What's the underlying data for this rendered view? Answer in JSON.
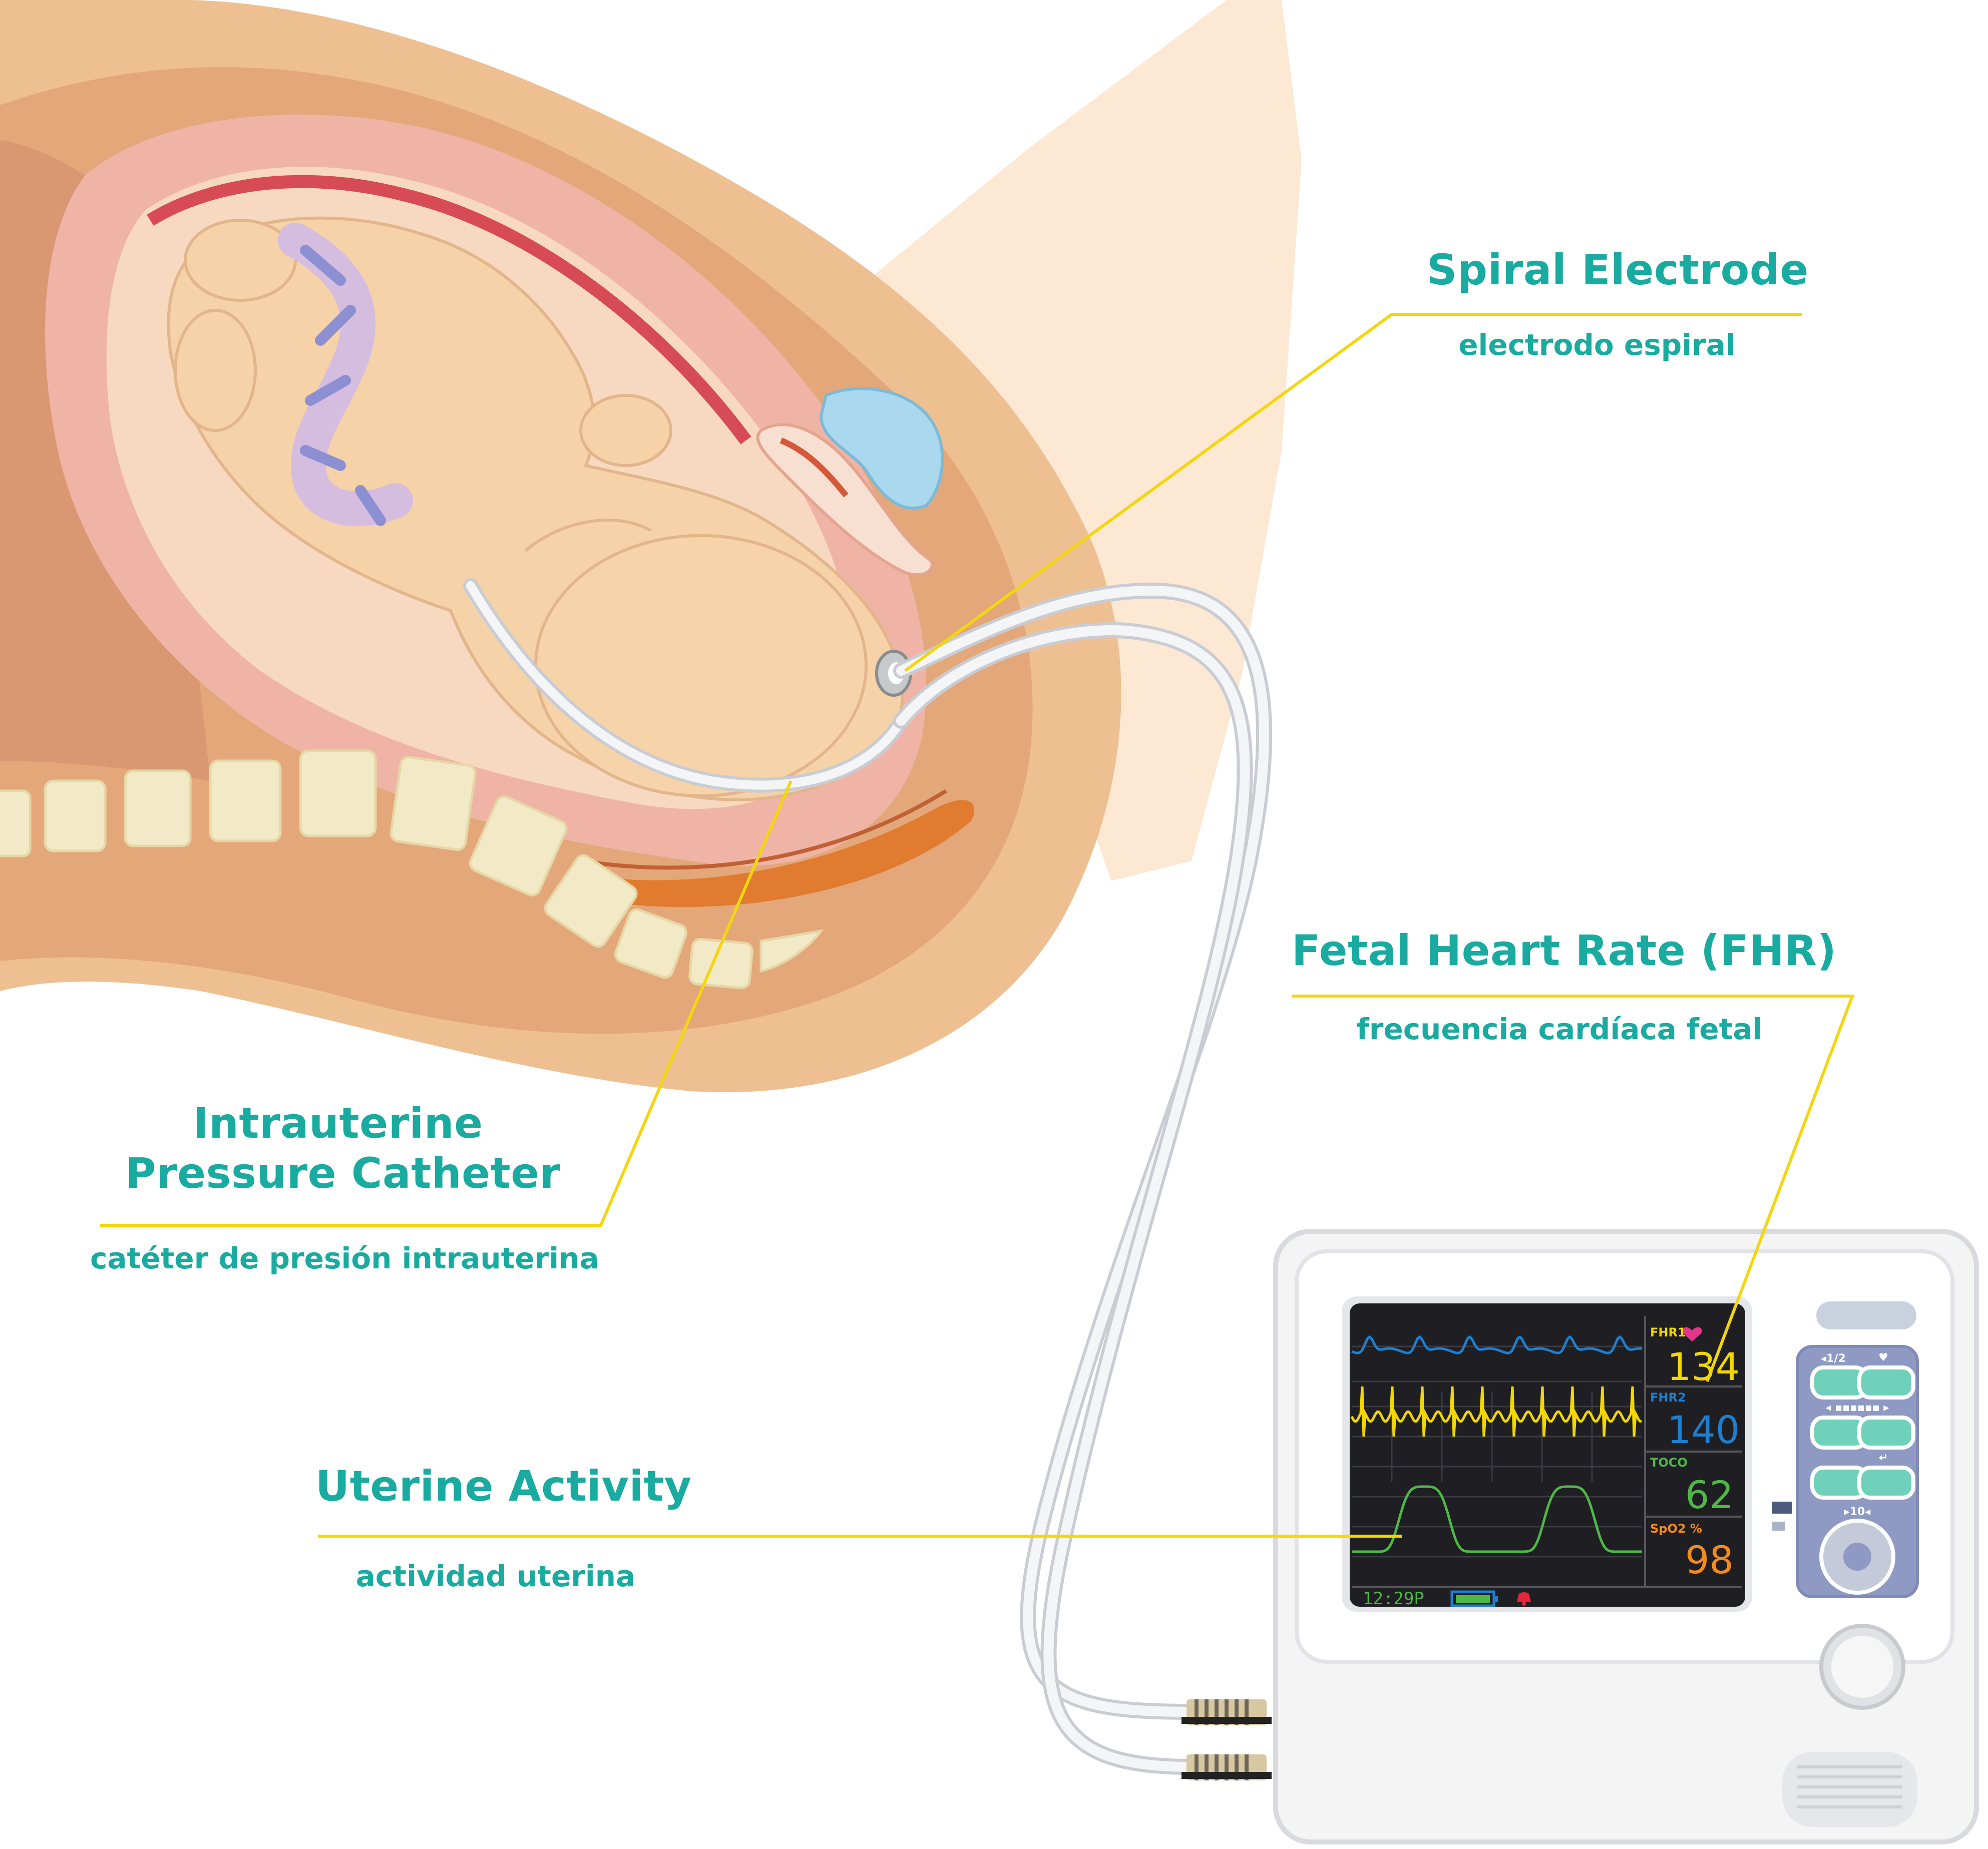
{
  "labels": {
    "spiral_electrode": {
      "title": "Spiral Electrode",
      "subtitle": "electrodo espiral"
    },
    "fetal_heart_rate": {
      "title": "Fetal Heart Rate (FHR)",
      "subtitle": "frecuencia cardíaca fetal"
    },
    "iupc": {
      "title_line1": "Intrauterine",
      "title_line2": "Pressure Catheter",
      "subtitle": "catéter de presión intrauterina"
    },
    "uterine_activity": {
      "title": "Uterine Activity",
      "subtitle": "actividad uterina"
    }
  },
  "monitor": {
    "readouts": [
      {
        "tag": "FHR1",
        "value": "134",
        "color": "#f2d800"
      },
      {
        "tag": "FHR2",
        "value": "140",
        "color": "#1e7fcf"
      },
      {
        "tag": "TOCO",
        "value": "62",
        "color": "#4fb848"
      },
      {
        "tag": "SpO2 %",
        "value": "98",
        "color": "#f28c1e"
      }
    ],
    "clock": "12:29P",
    "panel": {
      "top_label": "◂1/2",
      "mid_label": "◂ ▪▪▪▪▪▪ ▸",
      "bottom_label": "▸10◂"
    }
  },
  "colors": {
    "label_teal": "#19aaa0",
    "leader_yellow": "#f3d60e",
    "skin": "#e9b486",
    "uterus": "#efb4a6",
    "fetus": "#f6d2a8",
    "spine": "#f2e9c6",
    "cord": "#d5bde0",
    "cord_stripe": "#8d8fd3",
    "screen": "#1f1f23"
  }
}
